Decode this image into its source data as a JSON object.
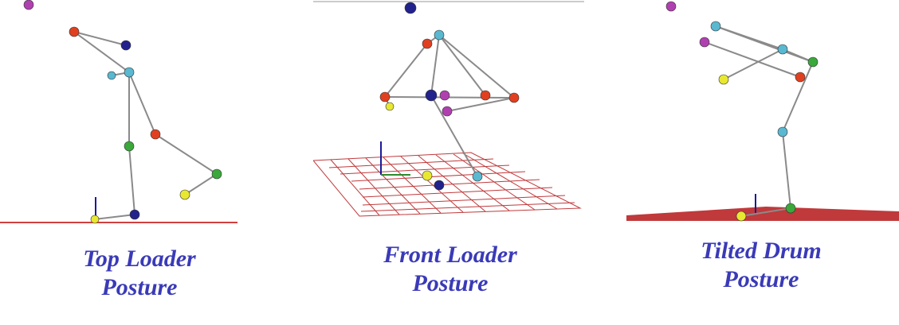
{
  "captions": [
    {
      "line1": "Top Loader",
      "line2": "Posture"
    },
    {
      "line1": "Front Loader",
      "line2": "Posture"
    },
    {
      "line1": "Tilted Drum",
      "line2": "Posture"
    }
  ],
  "colors": {
    "caption": "#3a3ab8",
    "joint_red": "#e04020",
    "joint_navy": "#22228c",
    "joint_cyan": "#5ab8d0",
    "joint_green": "#3aa83a",
    "joint_yellow": "#e8e830",
    "joint_magenta": "#b040b0",
    "ground": "#c0393b"
  }
}
